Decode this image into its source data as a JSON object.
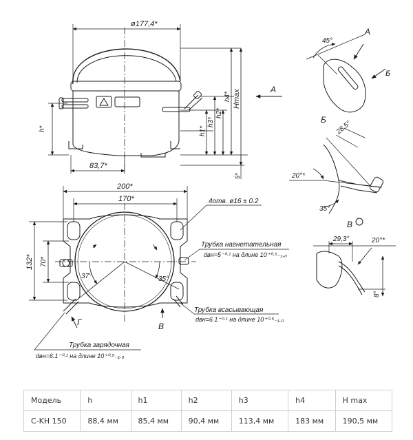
{
  "drawing": {
    "front": {
      "width_dim": "ø177,4*",
      "depth_dim": "83,7*",
      "h": "h*",
      "h1": "h1*",
      "h2": "h2*",
      "h3": "h3*",
      "h4": "h4*",
      "hmax": "Hmax",
      "five": "5*",
      "view_a": "A"
    },
    "plan": {
      "width_200": "200*",
      "width_170": "170*",
      "height_132": "132*",
      "height_70": "70*",
      "holes": "4отв. ø16 ± 0.2",
      "angle_left": "37°",
      "angle_right": "35°",
      "label_g": "Г",
      "label_v": "В",
      "discharge_title": "Трубка нагнетательная",
      "discharge_spec": "dвн=5⁻⁰·¹ на длине 10⁺⁰·⁵₋₁.₀",
      "suction_title": "Трубка всасывающая",
      "suction_spec": "dвн=6.1⁻⁰·¹ на длине 10⁺⁰·⁵₋₁.₀",
      "charge_title": "Трубка зарядочная",
      "charge_spec": "dвн=6.1⁻⁰·¹ на длине 10⁺⁰·⁵₋₁.₀"
    },
    "detail_a": {
      "title": "A",
      "angle": "45°",
      "arrow_b": "Б"
    },
    "detail_b": {
      "title": "Б",
      "dim_28": "28,5°",
      "dim_20": "20°*",
      "dim_35": "35°"
    },
    "detail_v": {
      "title": "В",
      "dim_29": "29,3°",
      "dim_20": "20°*",
      "dim_8": "8°"
    }
  },
  "table": {
    "headers": [
      "Модель",
      "h",
      "h1",
      "h2",
      "h3",
      "h4",
      "H max"
    ],
    "row": [
      "С-KH 150",
      "88,4 мм",
      "85,4 мм",
      "90,4 мм",
      "113,4 мм",
      "183 мм",
      "190,5 мм"
    ]
  }
}
